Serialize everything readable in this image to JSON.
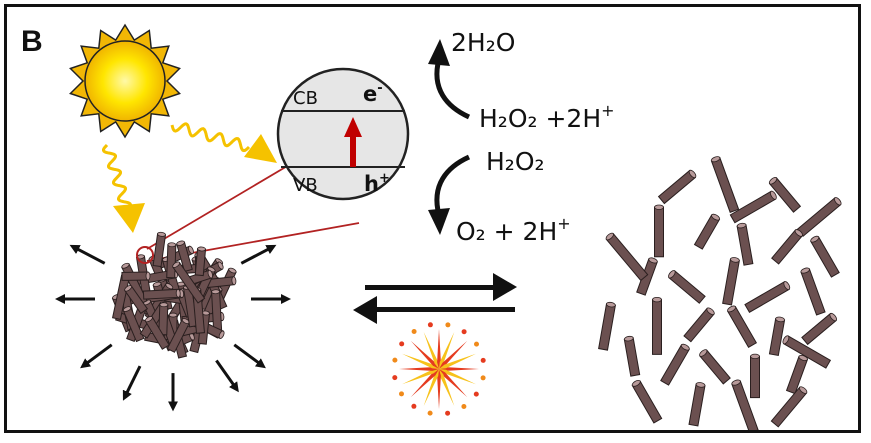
{
  "panel_label": "B",
  "semiconductor": {
    "conduction_band": "CB",
    "valence_band": "VB",
    "electron": {
      "base": "e",
      "sup": "-"
    },
    "hole": {
      "base": "h",
      "sup": "+"
    }
  },
  "reduction": {
    "product": "2H₂O",
    "reactant": {
      "formula": "H₂O₂ +2H",
      "sup": "+"
    }
  },
  "oxidation": {
    "reactant": "H₂O₂",
    "product": {
      "formula": "O₂ + 2H",
      "sup": "+"
    }
  },
  "colors": {
    "sun_core": "#ffe600",
    "sun_rays": "#f2b705",
    "light_arrows": "#f5c200",
    "excitation_arrow": "#c00000",
    "zoom_lines": "#b22222",
    "rod_fill": "#6b5050",
    "rod_top": "#b89a9a",
    "sphere": "#e6e6e6"
  },
  "icons": [
    "sun-icon",
    "equilibrium-arrows-icon",
    "starburst-icon"
  ]
}
